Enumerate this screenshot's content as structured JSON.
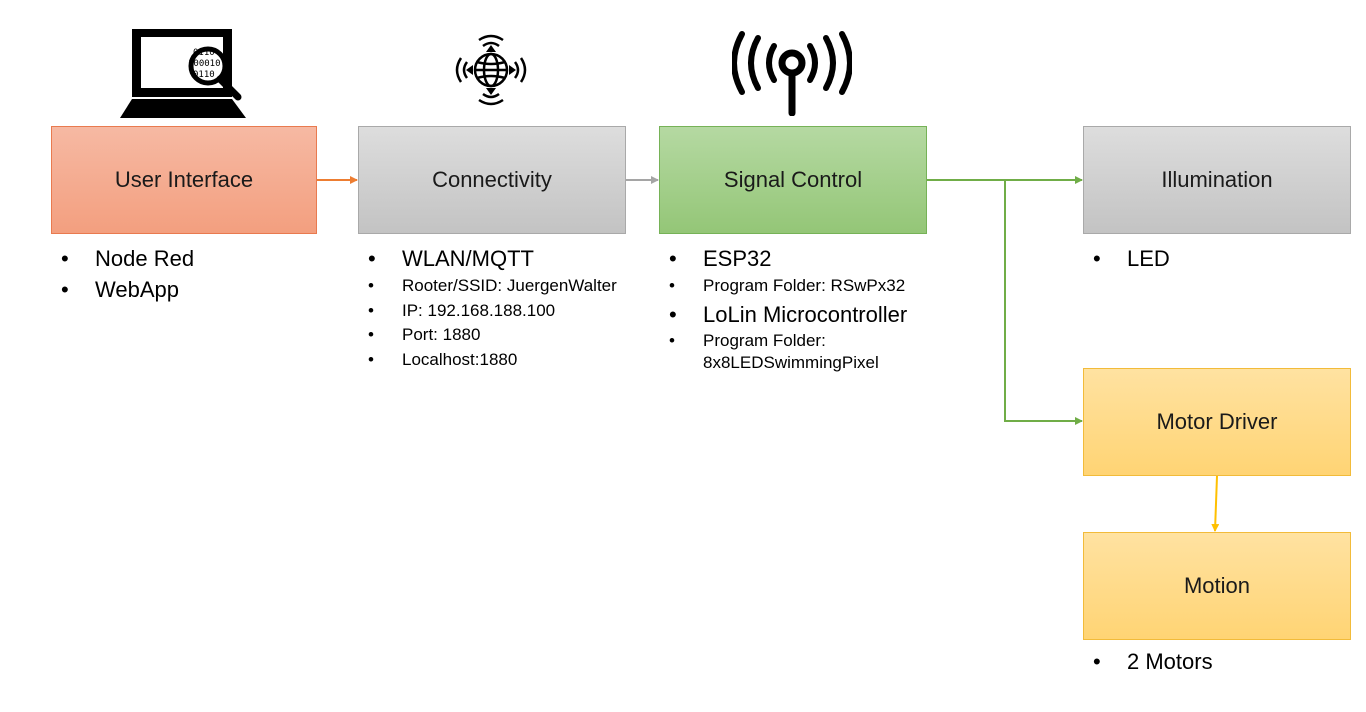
{
  "boxes": {
    "user_interface": "User Interface",
    "connectivity": "Connectivity",
    "signal_control": "Signal Control",
    "illumination": "Illumination",
    "motor_driver": "Motor Driver",
    "motion": "Motion"
  },
  "user_interface_list": [
    "Node Red",
    "WebApp"
  ],
  "connectivity_list": {
    "main": "WLAN/MQTT",
    "details": [
      "Rooter/SSID: JuergenWalter",
      "IP: 192.168.188.100",
      "Port: 1880",
      "Localhost:1880"
    ]
  },
  "signal_control_list": {
    "esp": "ESP32",
    "esp_folder": "Program Folder: RSwPx32",
    "lolin": "LoLin Microcontroller",
    "lolin_folder_line1": "Program Folder:",
    "lolin_folder_line2": "8x8LEDSwimmingPixel"
  },
  "illumination_list": [
    "LED"
  ],
  "motion_list": [
    "2 Motors"
  ],
  "laptop_screen_text": [
    "0110",
    "100010",
    "0110"
  ],
  "icons": [
    "laptop-search-icon",
    "globe-signal-icon",
    "antenna-signal-icon"
  ],
  "colors": {
    "orange_arrow": "#ed7d31",
    "gray_arrow": "#a5a5a5",
    "green_arrow": "#70ad47",
    "yellow_arrow": "#ffc000"
  }
}
